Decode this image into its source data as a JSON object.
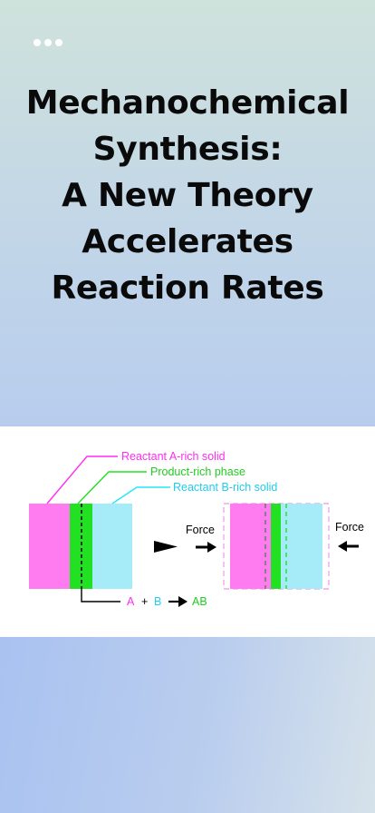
{
  "header": {
    "menu_icon": "more-horizontal-icon"
  },
  "article": {
    "title_lines": [
      "Mechanochemical",
      "Synthesis:",
      "A New Theory",
      "Accelerates",
      "Reaction Rates"
    ]
  },
  "figure": {
    "labels": {
      "reactant_a": "Reactant A-rich solid",
      "product": "Product-rich phase",
      "reactant_b": "Reactant B-rich solid",
      "force_left": "Force",
      "force_right": "Force"
    },
    "equation": {
      "a": "A",
      "plus": "+",
      "b": "B",
      "product": "AB"
    },
    "colors": {
      "reactant_a": "#ff7cf0",
      "product": "#22e022",
      "reactant_b": "#a6ecf8",
      "magenta_text": "#ff2df0",
      "green_text": "#22cc22",
      "cyan_text": "#22ccee"
    }
  }
}
